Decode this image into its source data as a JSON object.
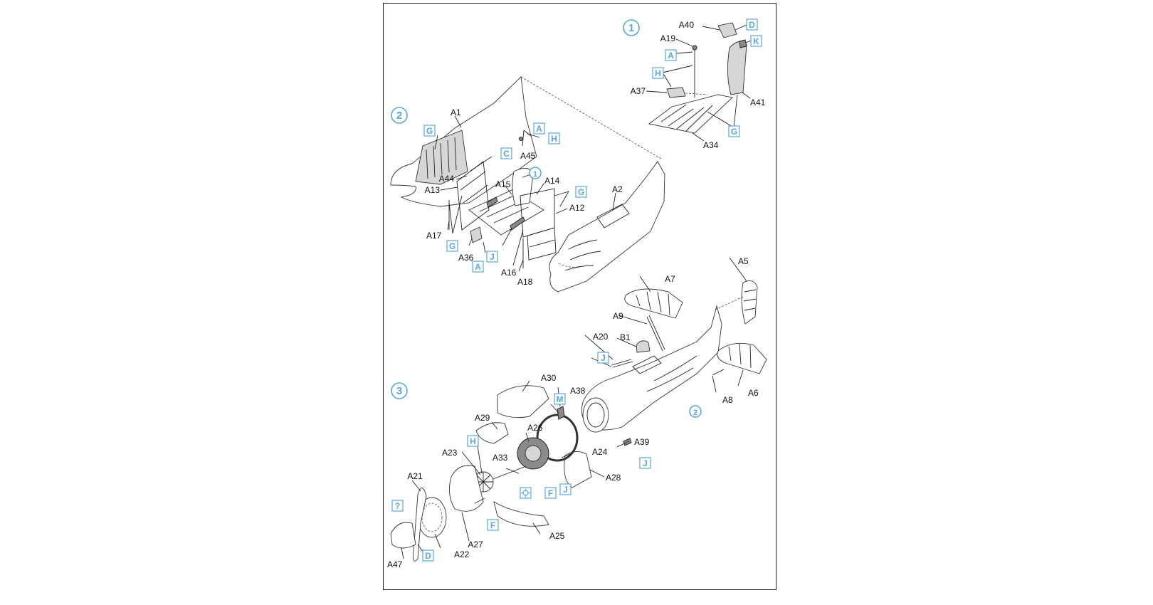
{
  "steps": [
    {
      "number": "1"
    },
    {
      "number": "2"
    },
    {
      "number": "3"
    }
  ],
  "sub_step_refs": [
    "1",
    "2"
  ],
  "part_labels": {
    "A40": "A40",
    "A19": "A19",
    "A37": "A37",
    "A41": "A41",
    "A34": "A34",
    "A1": "A1",
    "A45": "A45",
    "A44": "A44",
    "A13": "A13",
    "A15": "A15",
    "A14": "A14",
    "A2": "A2",
    "A12": "A12",
    "A17": "A17",
    "A36": "A36",
    "A16": "A16",
    "A18": "A18",
    "A5": "A5",
    "A7": "A7",
    "A9": "A9",
    "A20": "A20",
    "B1": "B1",
    "A6": "A6",
    "A8": "A8",
    "A30": "A30",
    "A38": "A38",
    "A29": "A29",
    "A26": "A26",
    "A24": "A24",
    "A39": "A39",
    "A23": "A23",
    "A33": "A33",
    "A28": "A28",
    "A21": "A21",
    "A27": "A27",
    "A22": "A22",
    "A47": "A47",
    "A25": "A25"
  },
  "color_codes": {
    "s1_D": "D",
    "s1_K": "K",
    "s1_A": "A",
    "s1_H": "H",
    "s1_G": "G",
    "s2_G_top": "G",
    "s2_A": "A",
    "s2_H": "H",
    "s2_C": "C",
    "s2_G_right": "G",
    "s2_G_bottom": "G",
    "s2_J": "J",
    "s2_A_bottom": "A",
    "s3_J": "J",
    "s3_M": "M",
    "s3_J2": "J",
    "s3_H": "H",
    "s3_F": "F",
    "s3_F2": "F",
    "s3_J3": "J",
    "s3_Q": "?",
    "s3_D": "D"
  },
  "colors": {
    "accent": "#5aa7d8",
    "line": "#222222",
    "shade": "#d6d6d6"
  }
}
